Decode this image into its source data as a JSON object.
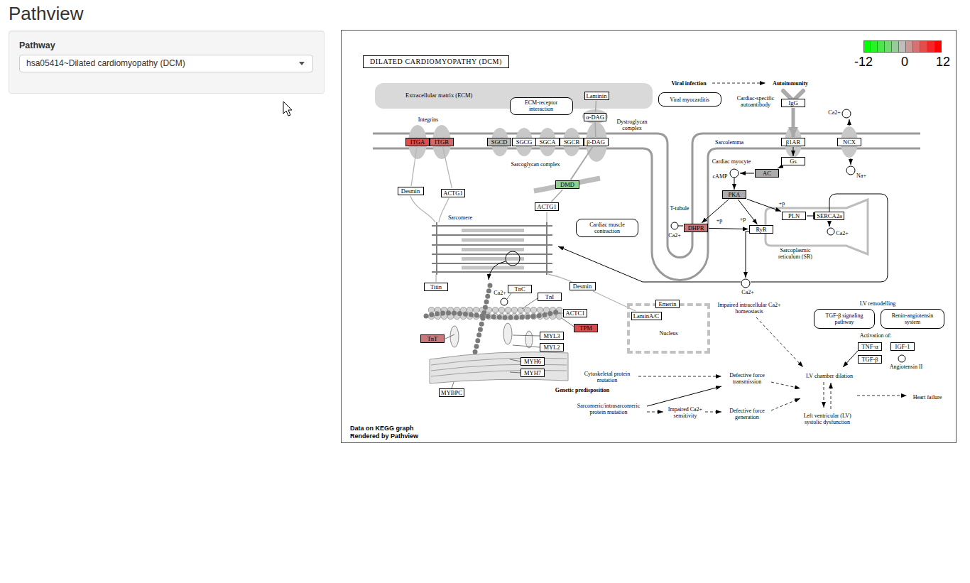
{
  "diagram": {
    "title": "Pathview",
    "nodes": [
      {
        "text": [
          "Pathway"
        ]
      },
      {
        "text": [
          "hsa05414~Dilated cardiomyopathy (DCM)"
        ],
        "in": 0
      },
      {
        "text": [
          "Data on KEGG graph Rendered by Pathview"
        ]
      },
      {
        "text": [
          "DILATED CARDIOMYOPATHY (DCM)"
        ],
        "in": 2
      },
      {
        "text": [
          "Extracellular matrix (ECM)"
        ],
        "in": 2
      },
      {
        "text": [
          "Laminin"
        ],
        "in": 4
      },
      {
        "text": [
          "ECM-receptor interaction"
        ],
        "in": 2
      },
      {
        "text": [
          "α-DAG"
        ],
        "in": 2
      },
      {
        "text": [
          "Viral myocarditis"
        ],
        "in": 2
      },
      {
        "text": [
          "IgG"
        ],
        "in": 2
      },
      {
        "text": [
          "ITGA"
        ],
        "in": 2
      },
      {
        "text": [
          "ITGB"
        ],
        "in": 2
      },
      {
        "text": [
          "SGCD"
        ],
        "in": 2
      },
      {
        "text": [
          "SGCG"
        ],
        "in": 2
      },
      {
        "text": [
          "SGCA"
        ],
        "in": 2
      },
      {
        "text": [
          "SGCB"
        ],
        "in": 2
      },
      {
        "text": [
          "β-DAG"
        ],
        "in": 2
      },
      {
        "text": [
          "β1AR"
        ],
        "in": 2
      },
      {
        "text": [
          "NCX"
        ],
        "in": 2
      },
      {
        "text": [
          "Gs"
        ],
        "in": 2
      },
      {
        "text": [
          "AC"
        ],
        "in": 2
      },
      {
        "text": [
          "DMD"
        ],
        "in": 2
      },
      {
        "text": [
          "Desmin"
        ],
        "in": 2
      },
      {
        "text": [
          "ACTG1"
        ],
        "in": 2
      },
      {
        "text": [
          "PKA"
        ],
        "in": 2
      },
      {
        "text": [
          "ACTG1"
        ],
        "in": 2
      },
      {
        "text": [
          "PLN"
        ],
        "in": 2
      },
      {
        "text": [
          "SERCA2a"
        ],
        "in": 2
      },
      {
        "text": [
          "Cardiac muscle contraction"
        ],
        "in": 2
      },
      {
        "text": [
          "DHPR"
        ],
        "in": 2
      },
      {
        "text": [
          "RyR"
        ],
        "in": 2
      },
      {
        "text": [
          "Titin"
        ],
        "in": 2
      },
      {
        "text": [
          "TnC"
        ],
        "in": 2
      },
      {
        "text": [
          "Desmin"
        ],
        "in": 2
      },
      {
        "text": [
          "TnI"
        ],
        "in": 2
      },
      {
        "text": [
          "Nucleus"
        ],
        "in": 2
      },
      {
        "text": [
          "Emerin"
        ],
        "in": 35
      },
      {
        "text": [
          "LaminA/C"
        ],
        "in": 35
      },
      {
        "text": [
          "ACTC1"
        ],
        "in": 2
      },
      {
        "text": [
          "TGF-β signaling pathway"
        ],
        "in": 2
      },
      {
        "text": [
          "Renin-angiotensin system"
        ],
        "in": 2
      },
      {
        "text": [
          "TPM"
        ],
        "in": 2
      },
      {
        "text": [
          "TnT"
        ],
        "in": 2
      },
      {
        "text": [
          "MYL3"
        ],
        "in": 2
      },
      {
        "text": [
          "TNF-α"
        ],
        "in": 2
      },
      {
        "text": [
          "IGF-1"
        ],
        "in": 2
      },
      {
        "text": [
          "MYL2"
        ],
        "in": 2
      },
      {
        "text": [
          "TGF-β"
        ],
        "in": 2
      },
      {
        "text": [
          "MYH6"
        ],
        "in": 2
      },
      {
        "text": [
          "MYH7"
        ],
        "in": 2
      },
      {
        "text": [
          "MYBPC"
        ],
        "in": 2
      }
    ],
    "edges": [
      {
        "from": 5,
        "to": 7,
        "arrow": "none"
      },
      {
        "from": 7,
        "to": 16,
        "arrow": "none"
      },
      {
        "from": 9,
        "to": 17,
        "arrow": "to"
      },
      {
        "from": 10,
        "to": 22,
        "arrow": "none"
      },
      {
        "from": 11,
        "to": 23,
        "arrow": "none"
      },
      {
        "from": 16,
        "to": 21,
        "arrow": "none"
      },
      {
        "from": 17,
        "to": 19,
        "arrow": "to"
      },
      {
        "from": 19,
        "to": 20,
        "arrow": "to"
      },
      {
        "from": 21,
        "to": 25,
        "arrow": "none"
      },
      {
        "from": 24,
        "to": 29,
        "arrow": "to"
      },
      {
        "from": 24,
        "to": 26,
        "arrow": "to"
      },
      {
        "from": 24,
        "to": 30,
        "arrow": "to"
      },
      {
        "from": 26,
        "to": 27,
        "arrow": "to"
      },
      {
        "from": 29,
        "to": 30,
        "arrow": "to"
      },
      {
        "from": 33,
        "to": 37,
        "arrow": "none"
      }
    ],
    "labels": [
      "Integrins",
      "Viral infection",
      "Autoimmunity",
      "Cardiac-specific autoantibody",
      "Ca2+",
      "Dystroglycan complex",
      "Sarcolemma",
      "Cardiac myocyte",
      "Sarcoglycan complex",
      "cAMP",
      "Na+",
      "T-tubule",
      "+p",
      "+p",
      "+p",
      "Sarcomere",
      "Ca2+",
      "Ca2+",
      "Sarcoplasmic reticulum (SR)",
      "Ca2+",
      "Ca2+",
      "LV remodelling",
      "Impaired intracellular Ca2+ homeostasis",
      "Activation of:",
      "Angiotensin II",
      "Cytoskeletal protein mutation",
      "Defective force transmission",
      "LV chamber dilation",
      "Genetic predisposition",
      "Heart failure",
      "Sarcomeric/intrasarcomeric protein mutation",
      "Impaired Ca2+ sensitivity",
      "Defective force generation",
      "Left ventricular (LV) systolic dysfunction"
    ],
    "legend": [
      {
        "text": "-12",
        "color": "#00ff00"
      },
      {
        "text": "0",
        "color": "#bebebe"
      },
      {
        "text": "12",
        "color": "#ff0000"
      }
    ]
  }
}
